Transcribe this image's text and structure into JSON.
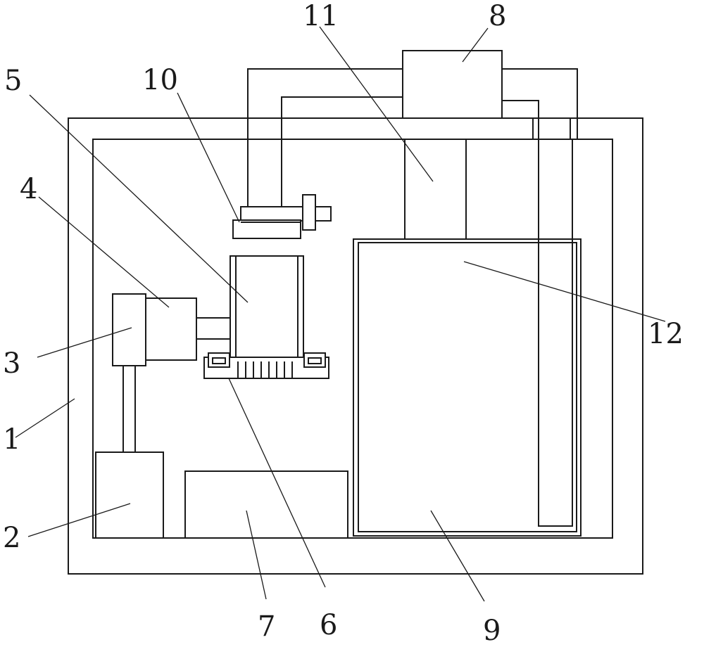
{
  "labels": {
    "housing": "1",
    "base_unit": "2",
    "column_block": "3",
    "motor_box": "4",
    "container": "5",
    "tray": "6",
    "bottom_box": "7",
    "top_box": "8",
    "tank": "9",
    "clamp": "10",
    "nozzle_block": "11",
    "nozzle_pins": "12"
  }
}
